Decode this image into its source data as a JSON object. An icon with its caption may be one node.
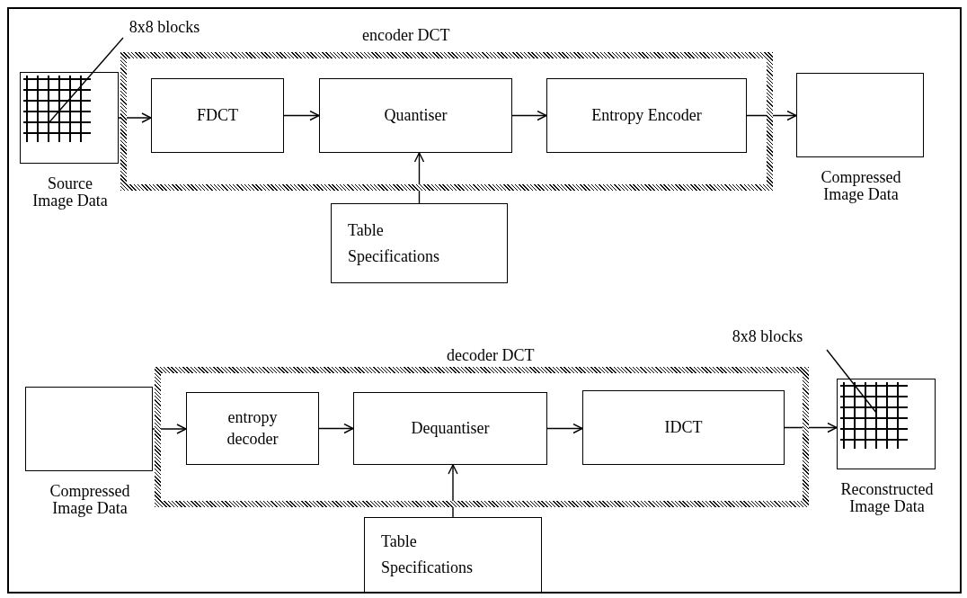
{
  "diagram": {
    "nodes": [
      {
        "text": [
          "encoder DCT"
        ]
      },
      {
        "text": [
          "Source Image Data"
        ]
      },
      {
        "text": [
          "FDCT"
        ],
        "in": 0
      },
      {
        "text": [
          "Quantiser"
        ],
        "in": 0
      },
      {
        "text": [
          "Entropy Encoder"
        ],
        "in": 0
      },
      {
        "text": [
          "Compressed Image Data"
        ]
      },
      {
        "text": [
          "Table Specifications"
        ]
      },
      {
        "text": [
          "8x8 blocks"
        ]
      },
      {
        "text": [
          "decoder DCT"
        ]
      },
      {
        "text": [
          "Compressed Image Data"
        ]
      },
      {
        "text": [
          "entropy decoder"
        ],
        "in": 8
      },
      {
        "text": [
          "Dequantiser"
        ],
        "in": 8
      },
      {
        "text": [
          "IDCT"
        ],
        "in": 8
      },
      {
        "text": [
          "Reconstructed Image Data"
        ]
      },
      {
        "text": [
          "Table Specifications"
        ]
      },
      {
        "text": [
          "8x8 blocks"
        ]
      },
      {
        "text": [],
        "shape": "picture",
        "in": 1
      },
      {
        "text": [],
        "shape": "picture",
        "in": 13
      }
    ],
    "edges": [
      {
        "from": 1,
        "to": 2,
        "arrow": "to"
      },
      {
        "from": 2,
        "to": 3,
        "arrow": "to"
      },
      {
        "from": 3,
        "to": 4,
        "arrow": "to"
      },
      {
        "from": 4,
        "to": 5,
        "arrow": "to"
      },
      {
        "from": 6,
        "to": 3,
        "arrow": "to"
      },
      {
        "from": 7,
        "to": 16,
        "arrow": "none"
      },
      {
        "from": 9,
        "to": 10,
        "arrow": "to"
      },
      {
        "from": 10,
        "to": 11,
        "arrow": "to"
      },
      {
        "from": 11,
        "to": 12,
        "arrow": "to"
      },
      {
        "from": 12,
        "to": 13,
        "arrow": "to"
      },
      {
        "from": 14,
        "to": 11,
        "arrow": "to"
      },
      {
        "from": 15,
        "to": 17,
        "arrow": "none"
      }
    ]
  }
}
